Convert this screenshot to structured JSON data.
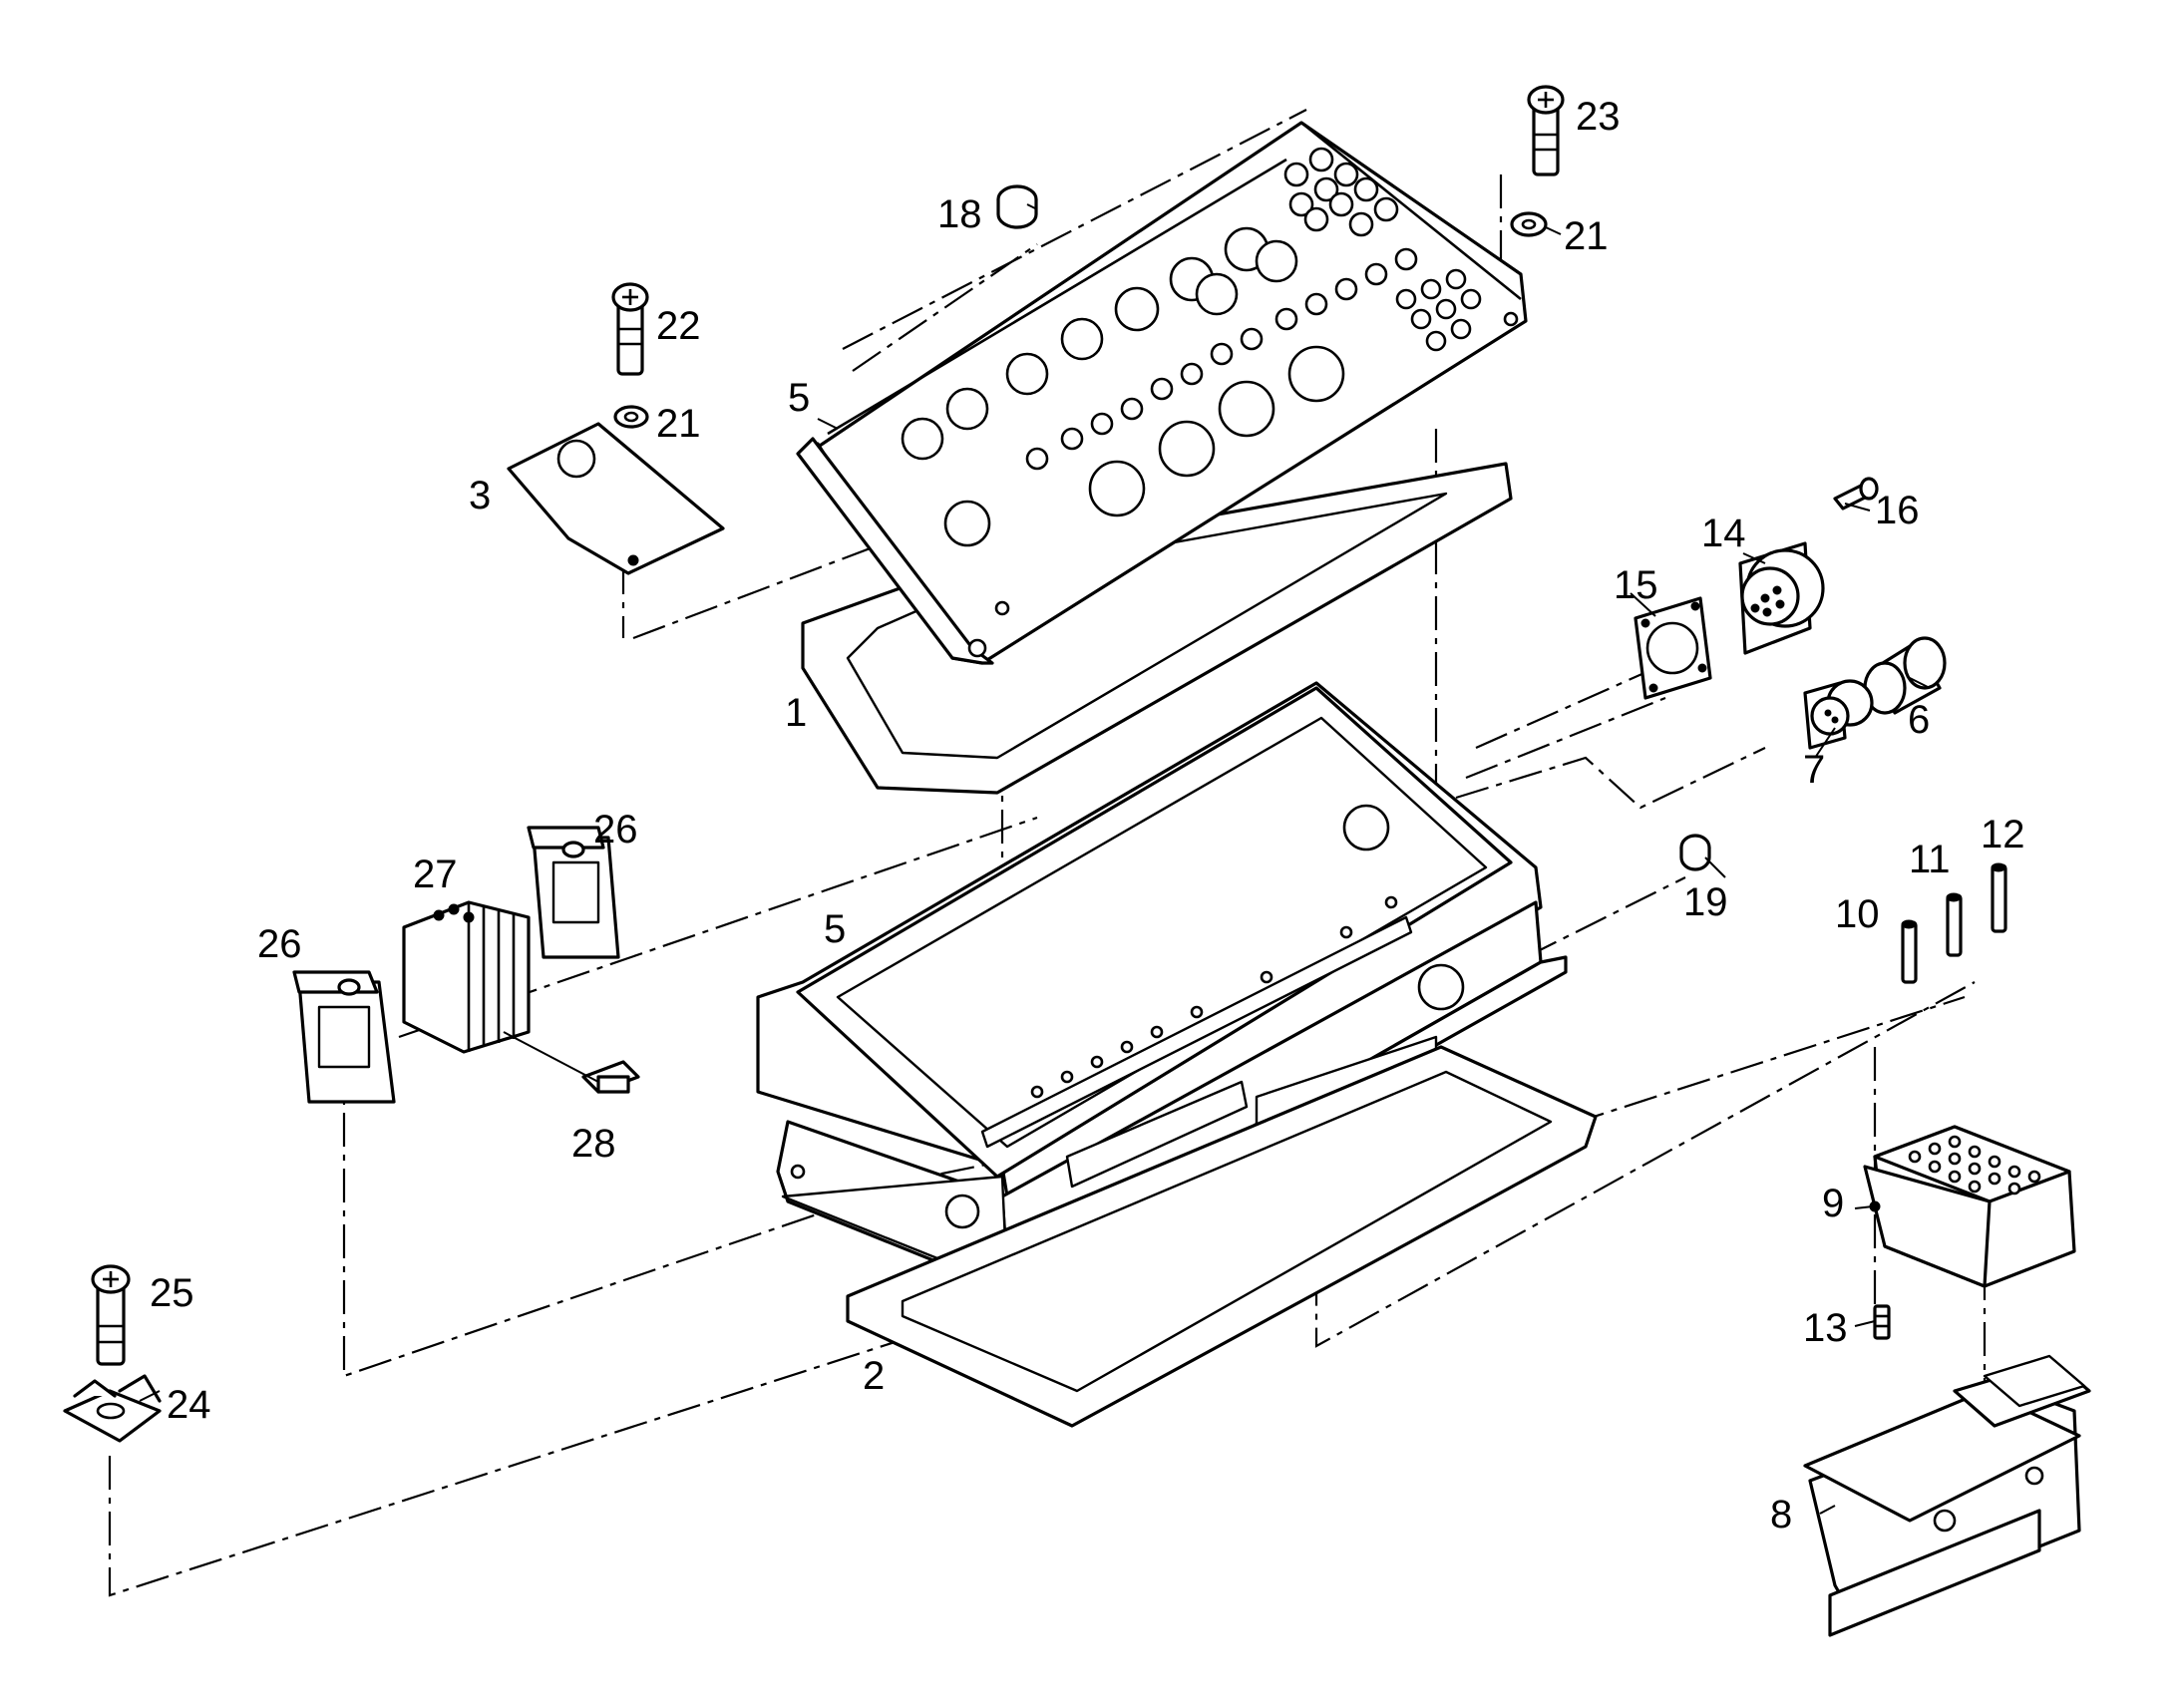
{
  "diagram": {
    "callouts": [
      {
        "id": "1",
        "text": "1"
      },
      {
        "id": "2",
        "text": "2"
      },
      {
        "id": "3",
        "text": "3"
      },
      {
        "id": "5a",
        "text": "5"
      },
      {
        "id": "5b",
        "text": "5"
      },
      {
        "id": "6",
        "text": "6"
      },
      {
        "id": "7",
        "text": "7"
      },
      {
        "id": "8",
        "text": "8"
      },
      {
        "id": "9",
        "text": "9"
      },
      {
        "id": "10",
        "text": "10"
      },
      {
        "id": "11",
        "text": "11"
      },
      {
        "id": "12",
        "text": "12"
      },
      {
        "id": "13",
        "text": "13"
      },
      {
        "id": "14",
        "text": "14"
      },
      {
        "id": "15",
        "text": "15"
      },
      {
        "id": "16",
        "text": "16"
      },
      {
        "id": "18",
        "text": "18"
      },
      {
        "id": "19",
        "text": "19"
      },
      {
        "id": "21a",
        "text": "21"
      },
      {
        "id": "21b",
        "text": "21"
      },
      {
        "id": "22",
        "text": "22"
      },
      {
        "id": "23",
        "text": "23"
      },
      {
        "id": "24",
        "text": "24"
      },
      {
        "id": "25",
        "text": "25"
      },
      {
        "id": "26a",
        "text": "26"
      },
      {
        "id": "26b",
        "text": "26"
      },
      {
        "id": "27",
        "text": "27"
      },
      {
        "id": "28",
        "text": "28"
      }
    ]
  }
}
